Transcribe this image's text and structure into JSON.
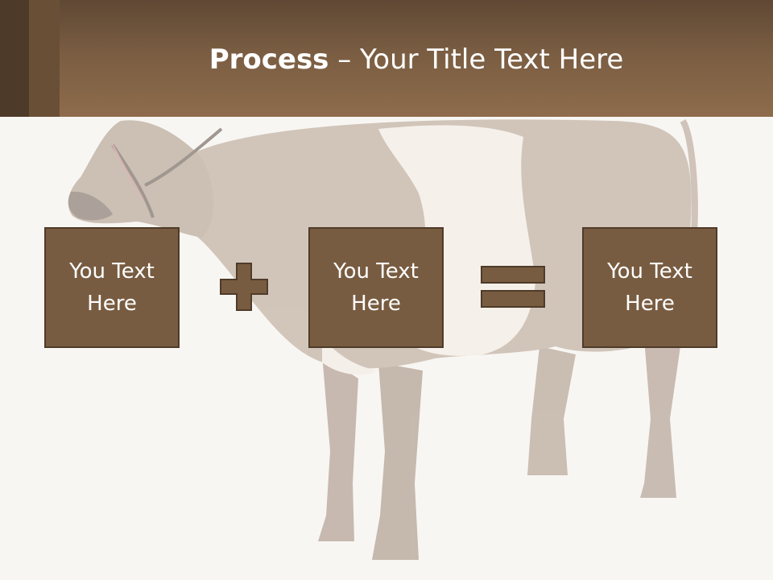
{
  "header": {
    "title_bold": "Process",
    "title_rest": " – Your Title Text Here"
  },
  "process": {
    "boxes": [
      {
        "line1": "You Text",
        "line2": "Here"
      },
      {
        "line1": "You Text",
        "line2": "Here"
      },
      {
        "line1": "You Text",
        "line2": "Here"
      }
    ],
    "operators": [
      "plus-icon",
      "equals-icon"
    ]
  },
  "colors": {
    "header": "#7a5d42",
    "box_fill": "#785c41",
    "box_border": "#4f3b29",
    "background": "#f8f6f3"
  }
}
